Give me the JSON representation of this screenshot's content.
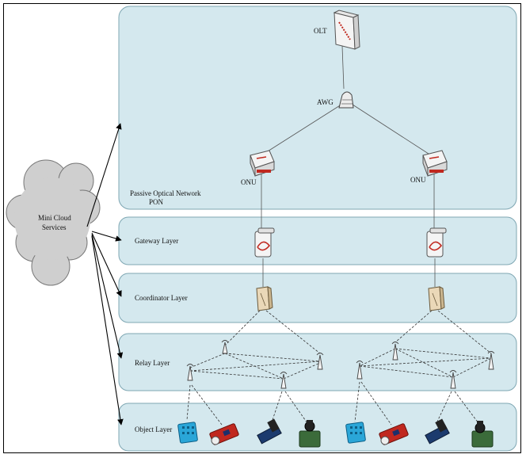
{
  "layers": {
    "pon": {
      "title": "Passive Optical Network",
      "subtitle": "PON"
    },
    "gateway": {
      "title": "Gateway Layer"
    },
    "coordinator": {
      "title": "Coordinator Layer"
    },
    "relay": {
      "title": "Relay Layer"
    },
    "object": {
      "title": "Object Layer"
    }
  },
  "nodes": {
    "olt": "OLT",
    "awg": "AWG",
    "onu_left": "ONU",
    "onu_right": "ONU"
  },
  "cloud": {
    "line1": "Mini Cloud",
    "line2": "Services"
  },
  "colors": {
    "layer_fill": "#d4e8ee",
    "layer_border": "#7fa7b3",
    "accent_red": "#c0281f",
    "coordinator_tan": "#ead8b8"
  }
}
